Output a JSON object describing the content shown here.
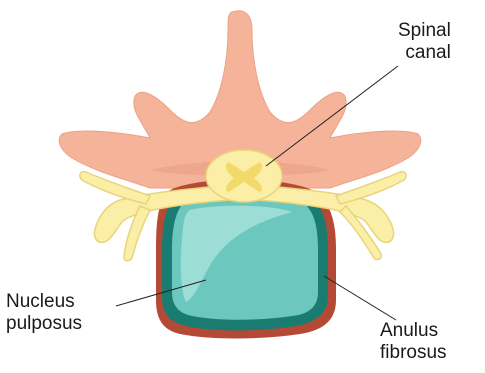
{
  "labels": {
    "spinal_canal": {
      "line1": "Spinal",
      "line2": "canal"
    },
    "nucleus_pulposus": {
      "line1": "Nucleus",
      "line2": "pulposus"
    },
    "anulus_fibrosus": {
      "line1": "Anulus",
      "line2": "fibrosus"
    }
  },
  "colors": {
    "bone": "#f5b49a",
    "bone_shadow": "#e89a82",
    "vertebral_body": "#b44a36",
    "nerve": "#fbeea6",
    "nerve_outline": "#e8d47a",
    "annulus": "#1a7c70",
    "nucleus": "#6cc8be",
    "nucleus_highlight": "#a9e2dc",
    "leader_line": "#222222"
  }
}
